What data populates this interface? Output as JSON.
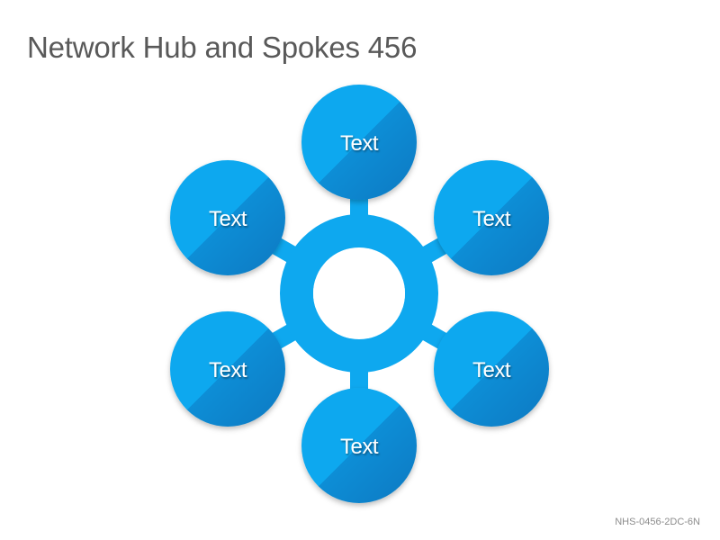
{
  "title": "Network Hub and Spokes 456",
  "hub": {
    "center_label": ""
  },
  "spokes": [
    {
      "label": "Text"
    },
    {
      "label": "Text"
    },
    {
      "label": "Text"
    },
    {
      "label": "Text"
    },
    {
      "label": "Text"
    },
    {
      "label": "Text"
    }
  ],
  "footer": {
    "code": "NHS-0456-2DC-6N"
  },
  "colors": {
    "node_light": "#0ea8ef",
    "node_dark": "#0b86cf",
    "hub": "#0ea8ef",
    "label": "#ffffff",
    "title": "#595959"
  }
}
